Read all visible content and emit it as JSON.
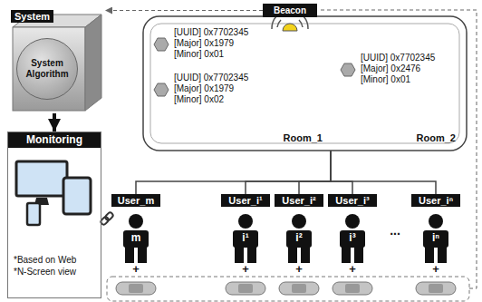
{
  "diagram": {
    "nodes": [
      {
        "text": [
          "System"
        ]
      },
      {
        "text": [
          "System Algorithm"
        ],
        "in": 0
      },
      {
        "text": [
          "Monitoring",
          "*Based on Web",
          "*N-Screen view"
        ]
      },
      {
        "text": [
          "Beacon"
        ]
      },
      {
        "text": [
          "Room_1"
        ]
      },
      {
        "text": [
          "Room_2"
        ]
      },
      {
        "text": [
          "[UUID] 0x7702345",
          "[Major] 0x1979",
          "[Minor] 0x01"
        ],
        "in": 4
      },
      {
        "text": [
          "[UUID] 0x7702345",
          "[Major] 0x1979",
          "[Minor] 0x02"
        ],
        "in": 4
      },
      {
        "text": [
          "[UUID] 0x7702345",
          "[Major] 0x2476",
          "[Minor] 0x01"
        ],
        "in": 5
      },
      {
        "text": [
          "User_m",
          "m"
        ]
      },
      {
        "text": [
          "User_i¹",
          "i¹"
        ]
      },
      {
        "text": [
          "User_i²",
          "i²"
        ]
      },
      {
        "text": [
          "User_i³",
          "i³"
        ]
      },
      {
        "text": [
          "User_iⁿ",
          "iⁿ"
        ]
      }
    ],
    "edges": [
      {
        "from": 0,
        "to": 2,
        "arrow": "to"
      },
      {
        "from": 3,
        "to": 0,
        "arrow": "to"
      },
      {
        "from": 4,
        "to": 9,
        "arrow": "none"
      },
      {
        "from": 4,
        "to": 10,
        "arrow": "none"
      },
      {
        "from": 4,
        "to": 11,
        "arrow": "none"
      },
      {
        "from": 4,
        "to": 12,
        "arrow": "none"
      },
      {
        "from": 4,
        "to": 13,
        "arrow": "none"
      }
    ],
    "labels": [
      "+",
      "+",
      "+",
      "+",
      "+",
      "..."
    ]
  }
}
